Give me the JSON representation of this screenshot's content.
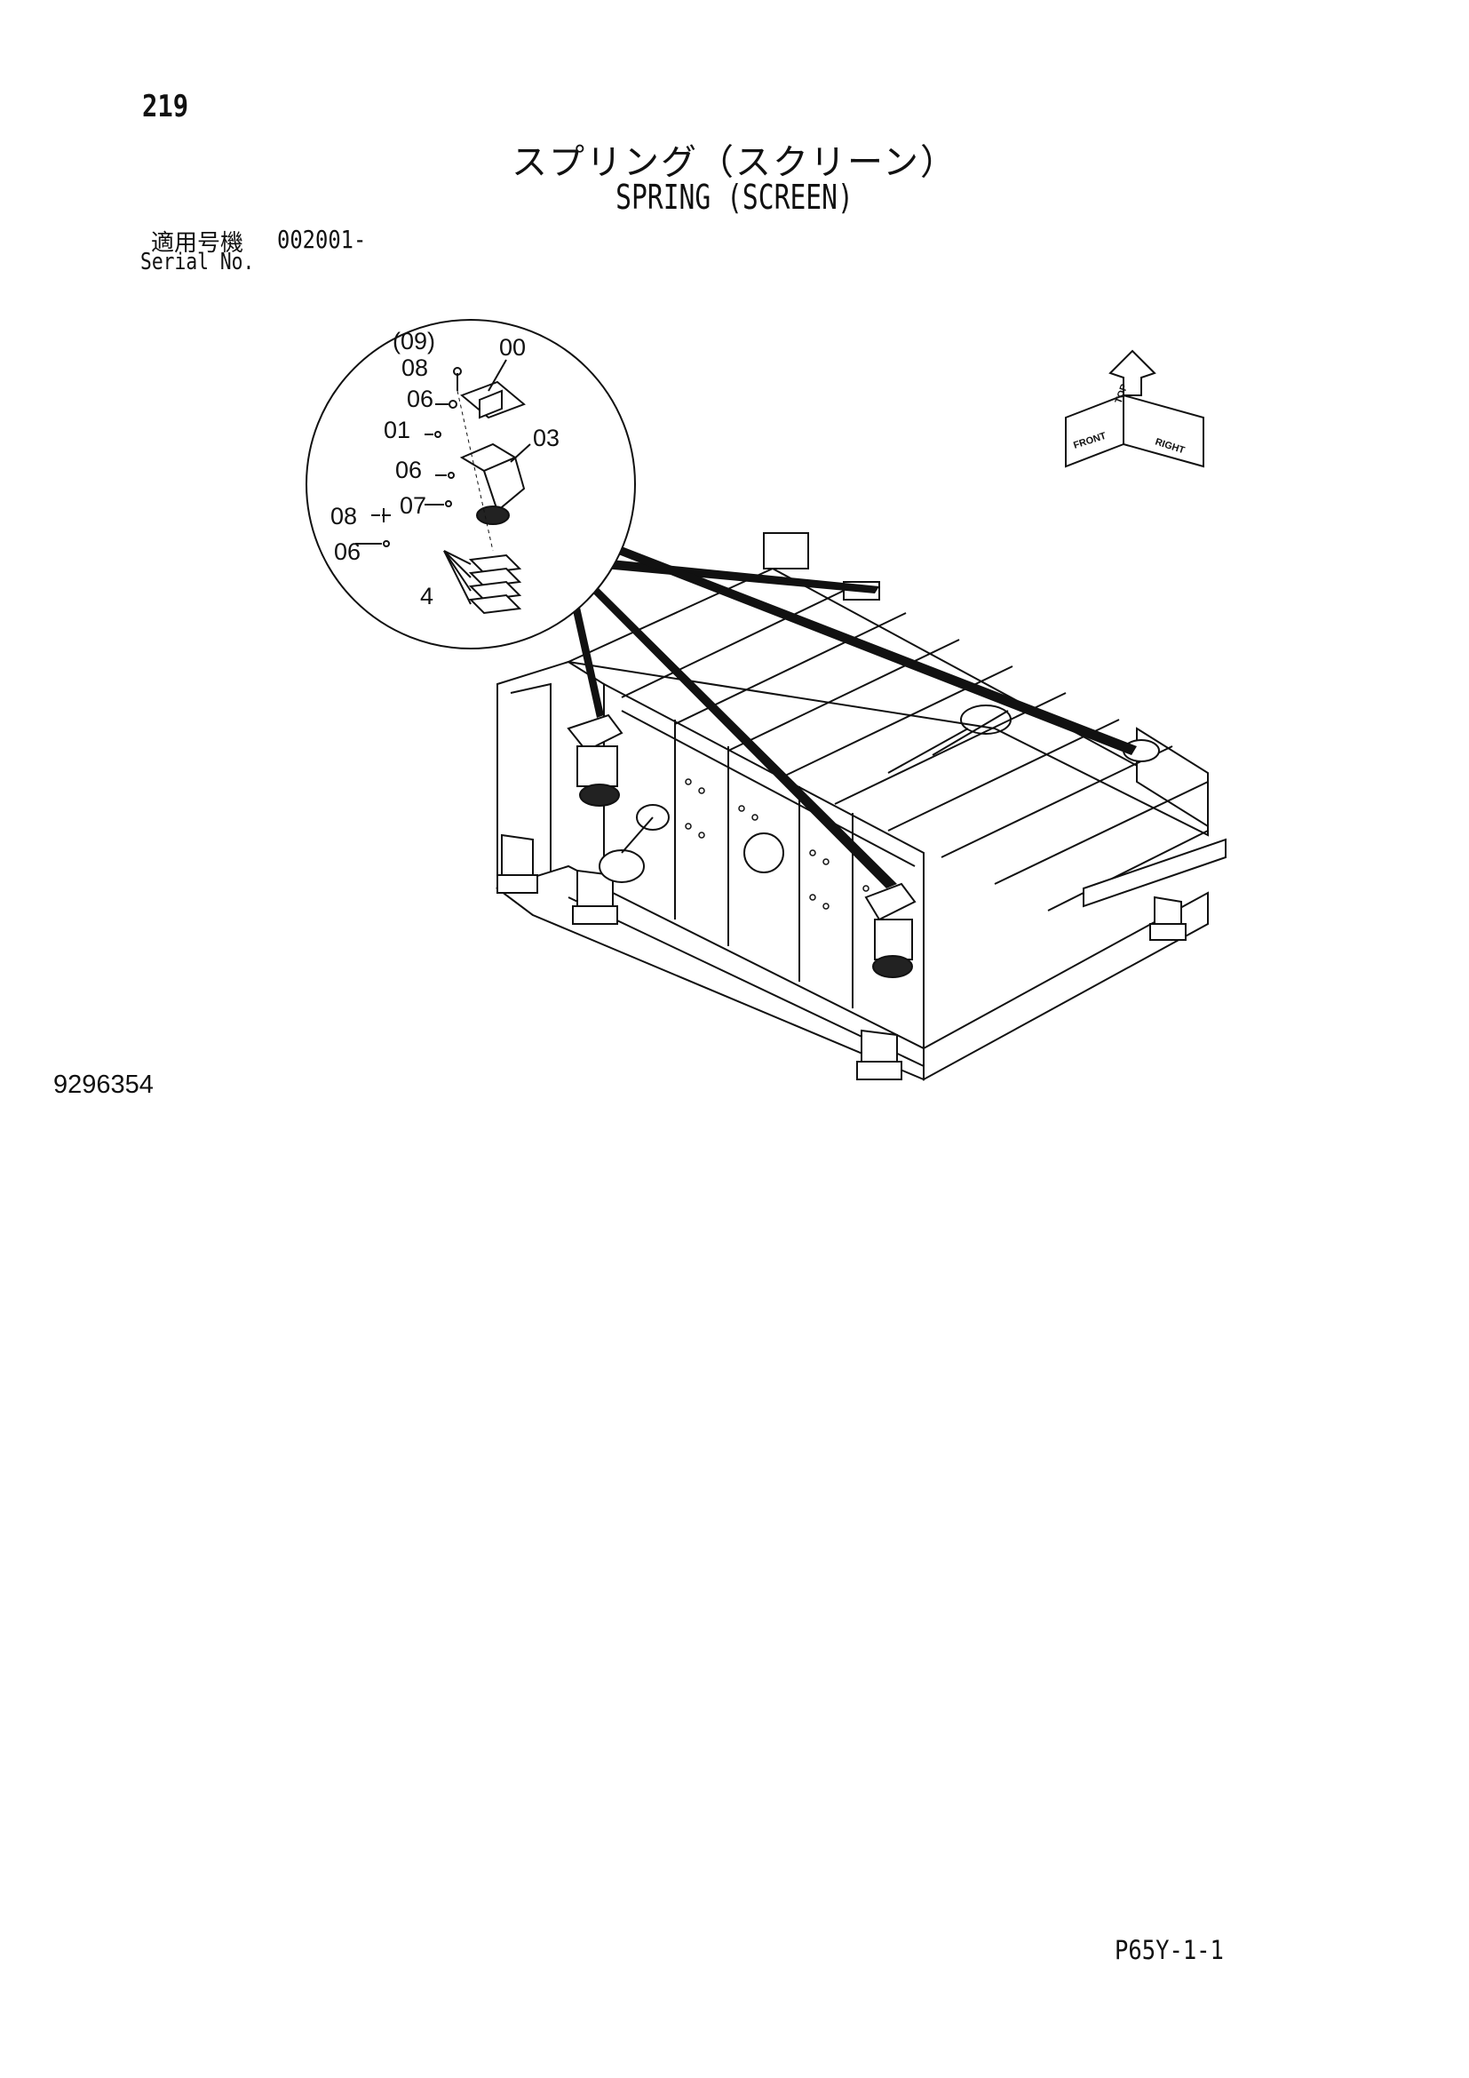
{
  "header": {
    "page_number": "219",
    "title_jp": "スプリング（スクリーン）",
    "title_en": "SPRING (SCREEN)",
    "serial_label_jp": "適用号機",
    "serial_label_en": "Serial No.",
    "serial_value": "002001-"
  },
  "diagram": {
    "callouts": [
      "(09)",
      "00",
      "08",
      "06",
      "01",
      "03",
      "06",
      "07",
      "08",
      "06",
      "4"
    ],
    "orientation_labels": [
      "TOP",
      "FRONT",
      "RIGHT"
    ],
    "figure_number": "9296354"
  },
  "footer": {
    "page_code": "P65Y-1-1"
  }
}
